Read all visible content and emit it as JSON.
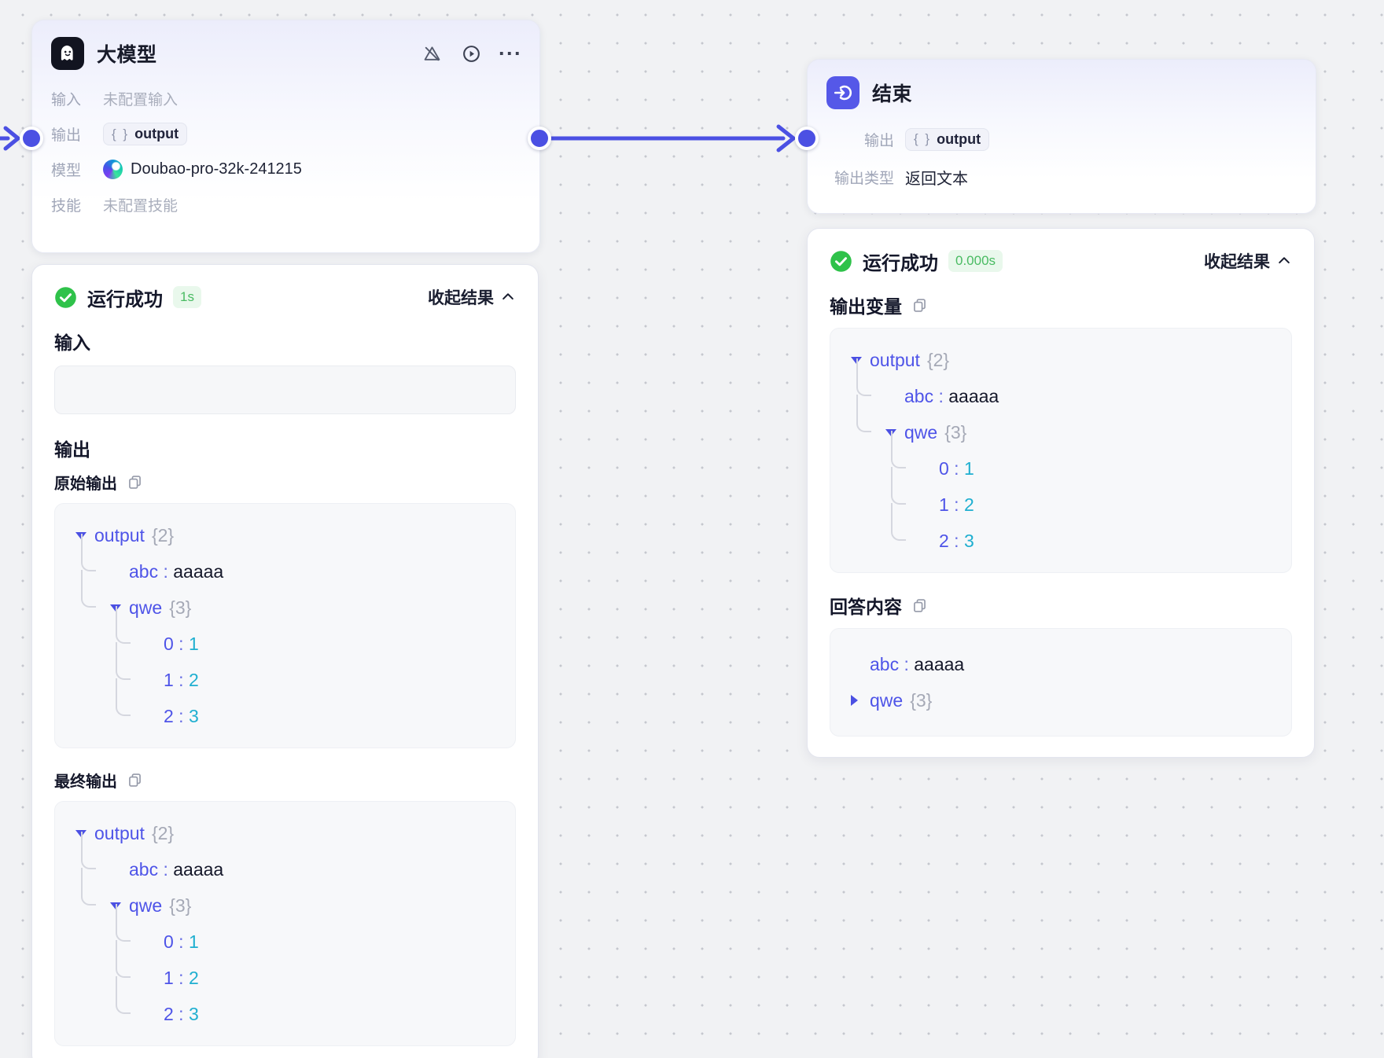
{
  "colors": {
    "accent": "#4b50e3",
    "success_green": "#2fc24a",
    "duration_text": "#49bb62",
    "tree_key": "#4e54e8",
    "tree_number": "#1fafd0",
    "canvas_bg": "#f1f2f4"
  },
  "llm_node": {
    "title": "大模型",
    "rows": {
      "input": {
        "label": "输入",
        "value": "未配置输入"
      },
      "output": {
        "label": "输出",
        "badge_braces": "{ }",
        "badge_text": "output"
      },
      "model": {
        "label": "模型",
        "value": "Doubao-pro-32k-241215"
      },
      "skill": {
        "label": "技能",
        "value": "未配置技能"
      }
    }
  },
  "end_node": {
    "title": "结束",
    "rows": {
      "output": {
        "label": "输出",
        "badge_braces": "{ }",
        "badge_text": "output"
      },
      "output_type": {
        "label": "输出类型",
        "value": "返回文本"
      }
    }
  },
  "llm_result": {
    "status": "运行成功",
    "duration": "1s",
    "collapse_label": "收起结果",
    "input_label": "输入",
    "input_value": "",
    "output_label": "输出",
    "raw_output_label": "原始输出",
    "final_output_label": "最终输出",
    "tree": {
      "key": "output",
      "badge": "{2}",
      "children": [
        {
          "key": "abc",
          "value": "aaaaa",
          "vtype": "str"
        },
        {
          "key": "qwe",
          "badge": "{3}",
          "children": [
            {
              "key": "0",
              "value": "1",
              "vtype": "num"
            },
            {
              "key": "1",
              "value": "2",
              "vtype": "num"
            },
            {
              "key": "2",
              "value": "3",
              "vtype": "num"
            }
          ]
        }
      ]
    }
  },
  "end_result": {
    "status": "运行成功",
    "duration": "0.000s",
    "collapse_label": "收起结果",
    "vars_label": "输出变量",
    "answer_label": "回答内容",
    "tree": {
      "key": "output",
      "badge": "{2}",
      "children": [
        {
          "key": "abc",
          "value": "aaaaa",
          "vtype": "str"
        },
        {
          "key": "qwe",
          "badge": "{3}",
          "children": [
            {
              "key": "0",
              "value": "1",
              "vtype": "num"
            },
            {
              "key": "1",
              "value": "2",
              "vtype": "num"
            },
            {
              "key": "2",
              "value": "3",
              "vtype": "num"
            }
          ]
        }
      ]
    },
    "answer_rows": [
      {
        "key": "abc",
        "value": "aaaaa",
        "vtype": "str"
      },
      {
        "key": "qwe",
        "badge": "{3}",
        "collapsed": true
      }
    ]
  }
}
